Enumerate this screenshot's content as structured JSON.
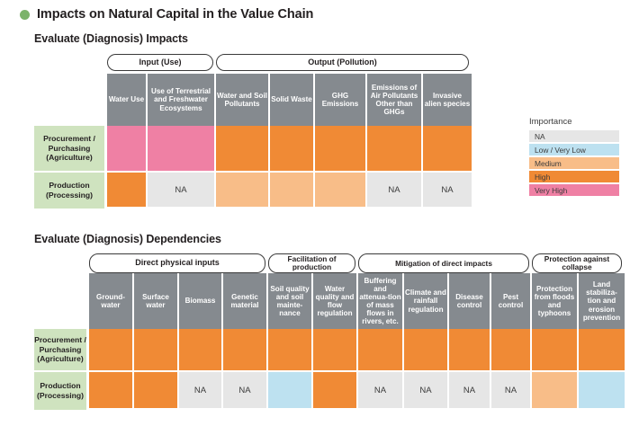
{
  "page": {
    "title": "Impacts on Natural Capital in the Value Chain",
    "bullet_color": "#7cb36b"
  },
  "sections": {
    "impacts_title": "Evaluate (Diagnosis) Impacts",
    "dependencies_title": "Evaluate (Diagnosis) Dependencies"
  },
  "legend": {
    "title": "Importance",
    "items": [
      {
        "label": "NA",
        "color": "#e6e6e6"
      },
      {
        "label": "Low / Very Low",
        "color": "#bde1f0"
      },
      {
        "label": "Medium",
        "color": "#f8bd88"
      },
      {
        "label": "High",
        "color": "#f08a35"
      },
      {
        "label": "Very High",
        "color": "#ef80a4"
      }
    ]
  },
  "impacts_table": {
    "groups": [
      {
        "label": "Input (Use)",
        "span": 2
      },
      {
        "label": "Output (Pollution)",
        "span": 5
      }
    ],
    "columns": [
      "Water Use",
      "Use of Terrestrial and Freshwater Ecosystems",
      "Water and Soil Pollutants",
      "Solid Waste",
      "GHG Emissions",
      "Emissions of Air Pollutants Other than GHGs",
      "Invasive alien species"
    ],
    "rows": [
      {
        "label": "Procurement / Purchasing (Agriculture)",
        "cells": [
          {
            "value": "veryhigh",
            "text": ""
          },
          {
            "value": "veryhigh",
            "text": ""
          },
          {
            "value": "high",
            "text": ""
          },
          {
            "value": "high",
            "text": ""
          },
          {
            "value": "high",
            "text": ""
          },
          {
            "value": "high",
            "text": ""
          },
          {
            "value": "high",
            "text": ""
          }
        ]
      },
      {
        "label": "Production (Processing)",
        "cells": [
          {
            "value": "high",
            "text": ""
          },
          {
            "value": "na",
            "text": "NA"
          },
          {
            "value": "medium",
            "text": ""
          },
          {
            "value": "medium",
            "text": ""
          },
          {
            "value": "medium",
            "text": ""
          },
          {
            "value": "na",
            "text": "NA"
          },
          {
            "value": "na",
            "text": "NA"
          }
        ]
      }
    ]
  },
  "dependencies_table": {
    "groups": [
      {
        "label": "Direct physical inputs",
        "span": 4
      },
      {
        "label": "Facilitation of production",
        "span": 2
      },
      {
        "label": "Mitigation of direct impacts",
        "span": 4
      },
      {
        "label": "Protection against collapse",
        "span": 2
      }
    ],
    "columns": [
      "Ground-water",
      "Surface water",
      "Biomass",
      "Genetic material",
      "Soil quality and soil mainte-nance",
      "Water quality and flow regulation",
      "Buffering and attenua-tion of mass flows in rivers, etc.",
      "Climate and rainfall regulation",
      "Disease control",
      "Pest control",
      "Protection from floods and typhoons",
      "Land stabiliza-tion and erosion prevention"
    ],
    "rows": [
      {
        "label": "Procurement / Purchasing (Agriculture)",
        "cells": [
          {
            "value": "high",
            "text": ""
          },
          {
            "value": "high",
            "text": ""
          },
          {
            "value": "high",
            "text": ""
          },
          {
            "value": "high",
            "text": ""
          },
          {
            "value": "high",
            "text": ""
          },
          {
            "value": "high",
            "text": ""
          },
          {
            "value": "high",
            "text": ""
          },
          {
            "value": "high",
            "text": ""
          },
          {
            "value": "high",
            "text": ""
          },
          {
            "value": "high",
            "text": ""
          },
          {
            "value": "high",
            "text": ""
          },
          {
            "value": "high",
            "text": ""
          }
        ]
      },
      {
        "label": "Production (Processing)",
        "cells": [
          {
            "value": "high",
            "text": ""
          },
          {
            "value": "high",
            "text": ""
          },
          {
            "value": "na",
            "text": "NA"
          },
          {
            "value": "na",
            "text": "NA"
          },
          {
            "value": "low",
            "text": ""
          },
          {
            "value": "high",
            "text": ""
          },
          {
            "value": "na",
            "text": "NA"
          },
          {
            "value": "na",
            "text": "NA"
          },
          {
            "value": "na",
            "text": "NA"
          },
          {
            "value": "na",
            "text": "NA"
          },
          {
            "value": "medium",
            "text": ""
          },
          {
            "value": "low",
            "text": ""
          }
        ]
      }
    ]
  }
}
